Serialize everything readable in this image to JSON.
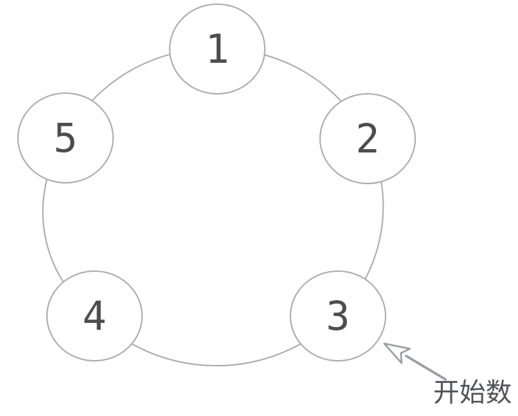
{
  "figure": {
    "type": "counting-circle-diagram",
    "background": "#ffffff",
    "colors": {
      "ring_stroke": "#aaacae",
      "node_border": "#aaacae",
      "node_fill": "#ffffff",
      "number_text": "#4d4d4f",
      "arrow": "#9b9da0",
      "annotation_text": "#525355"
    },
    "nodes": [
      {
        "id": "node-1",
        "label": "1"
      },
      {
        "id": "node-2",
        "label": "2"
      },
      {
        "id": "node-3",
        "label": "3"
      },
      {
        "id": "node-4",
        "label": "4"
      },
      {
        "id": "node-5",
        "label": "5"
      }
    ],
    "annotation": {
      "text": "开始数",
      "points_to_node": "3"
    }
  }
}
